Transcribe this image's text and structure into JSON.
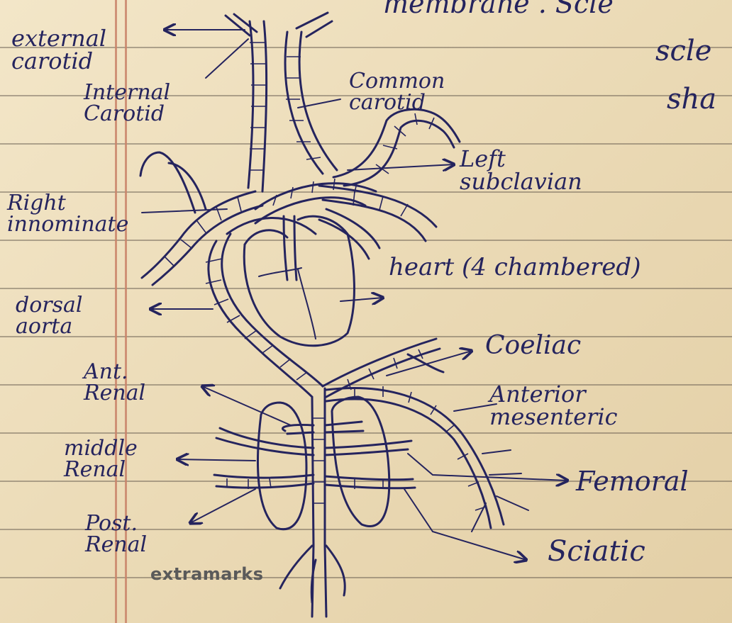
{
  "header_text": {
    "center": "membrane . Scle",
    "right_line1": "scle",
    "right_line2": "sha"
  },
  "labels": {
    "external_carotid": "external\ncarotid",
    "internal_carotid": "Internal\nCarotid",
    "common_carotid": "Common\ncarotid",
    "left_subclavian": "Left\nsubclavian",
    "right_innominate": "Right\ninnominate",
    "heart": "heart (4 chambered)",
    "dorsal_aorta": "dorsal\naorta",
    "coeliac": "Coeliac",
    "anterior_mesenteric": "Anterior\nmesenteric",
    "ant_renal": "Ant.\nRenal",
    "middle_renal": "middle\nRenal",
    "femoral": "Femoral",
    "post_renal": "Post.\nRenal",
    "sciatic": "Sciatic"
  },
  "watermark": "extramarks",
  "colors": {
    "paper": "#efe2c2",
    "ink": "#25245e",
    "rule_line": "#5a5046",
    "margin_line": "#c9846a"
  }
}
